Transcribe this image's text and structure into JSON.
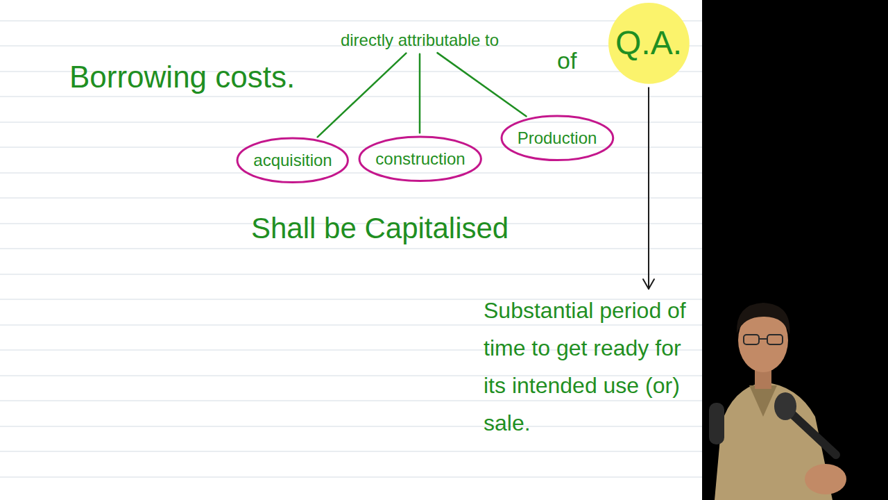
{
  "diagram": {
    "nodes": [
      {
        "text": [
          "directly attributable to"
        ]
      },
      {
        "text": [
          "Q.A."
        ]
      },
      {
        "text": [
          "acquisition"
        ]
      },
      {
        "text": [
          "construction"
        ]
      },
      {
        "text": [
          "Production"
        ]
      },
      {
        "text": [
          "Substantial period of time to get ready for its intended use (or) sale."
        ]
      }
    ],
    "edges": [
      {
        "from": 0,
        "to": 2,
        "arrow": "none"
      },
      {
        "from": 0,
        "to": 3,
        "arrow": "none"
      },
      {
        "from": 0,
        "to": 4,
        "arrow": "none"
      },
      {
        "from": 1,
        "to": 5,
        "arrow": "to"
      }
    ],
    "labels": [
      "Borrowing costs.",
      "of",
      "Shall be Capitalised"
    ]
  }
}
